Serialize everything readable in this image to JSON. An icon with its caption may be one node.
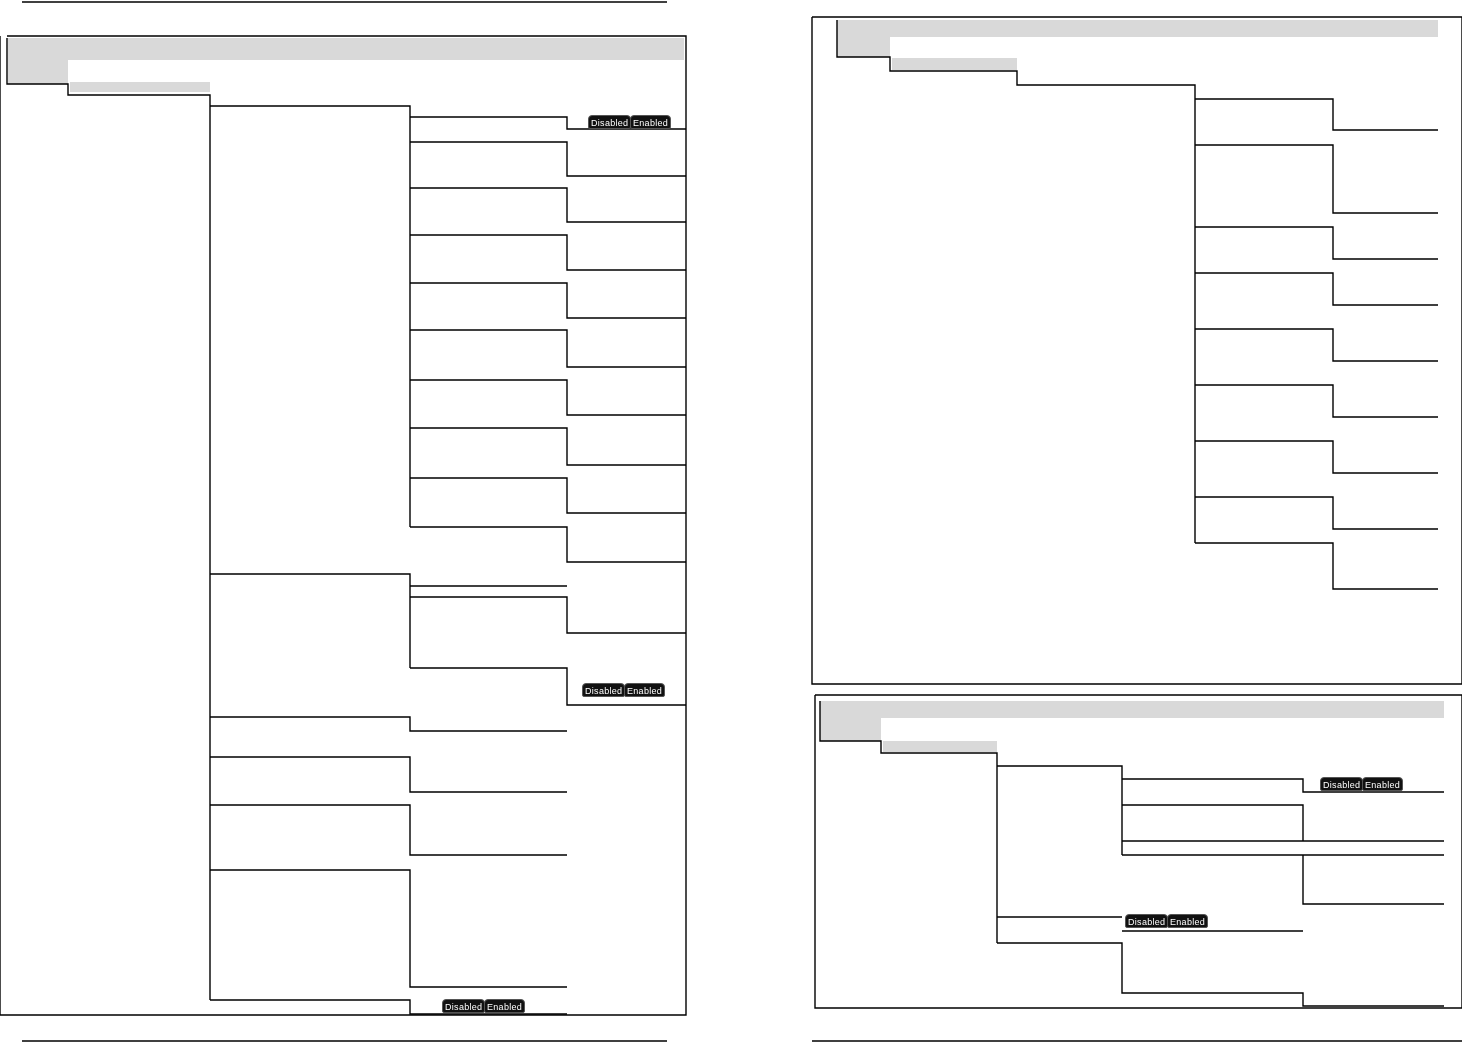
{
  "diagram": {
    "labels": [
      "Disabled",
      "Enabled",
      "Disabled",
      "Enabled",
      "Disabled",
      "Enabled",
      "Disabled",
      "Enabled",
      "Disabled",
      "Enabled"
    ]
  }
}
